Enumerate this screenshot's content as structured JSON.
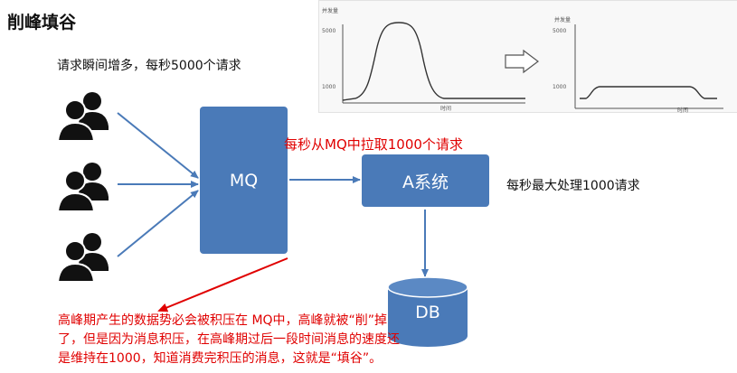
{
  "title": "削峰填谷",
  "users_label": "请求瞬间增多，每秒5000个请求",
  "mq_label": "MQ",
  "pull_label": "每秒从MQ中拉取1000个请求",
  "a_label": "A系统",
  "capacity_label": "每秒最大处理1000请求",
  "db_label": "DB",
  "note": "高峰期产生的数据势必会被积压在 MQ中，高峰就被“削”掉了，但是因为消息积压，在高峰期过后一段时间消息的速度还是维持在1000，知道消费完积压的消息，这就是“填谷”。",
  "graph_before": {
    "ylabel": "并发量",
    "tick_high": "5000",
    "tick_low": "1000",
    "xlabel": "时间"
  },
  "graph_after": {
    "ylabel": "并发量",
    "tick_high": "5000",
    "tick_low": "1000",
    "xlabel": "时间"
  },
  "colors": {
    "box": "#4a7ab8",
    "arrow": "#4a7ab8",
    "note": "#e00000",
    "user_icon": "#111111"
  }
}
